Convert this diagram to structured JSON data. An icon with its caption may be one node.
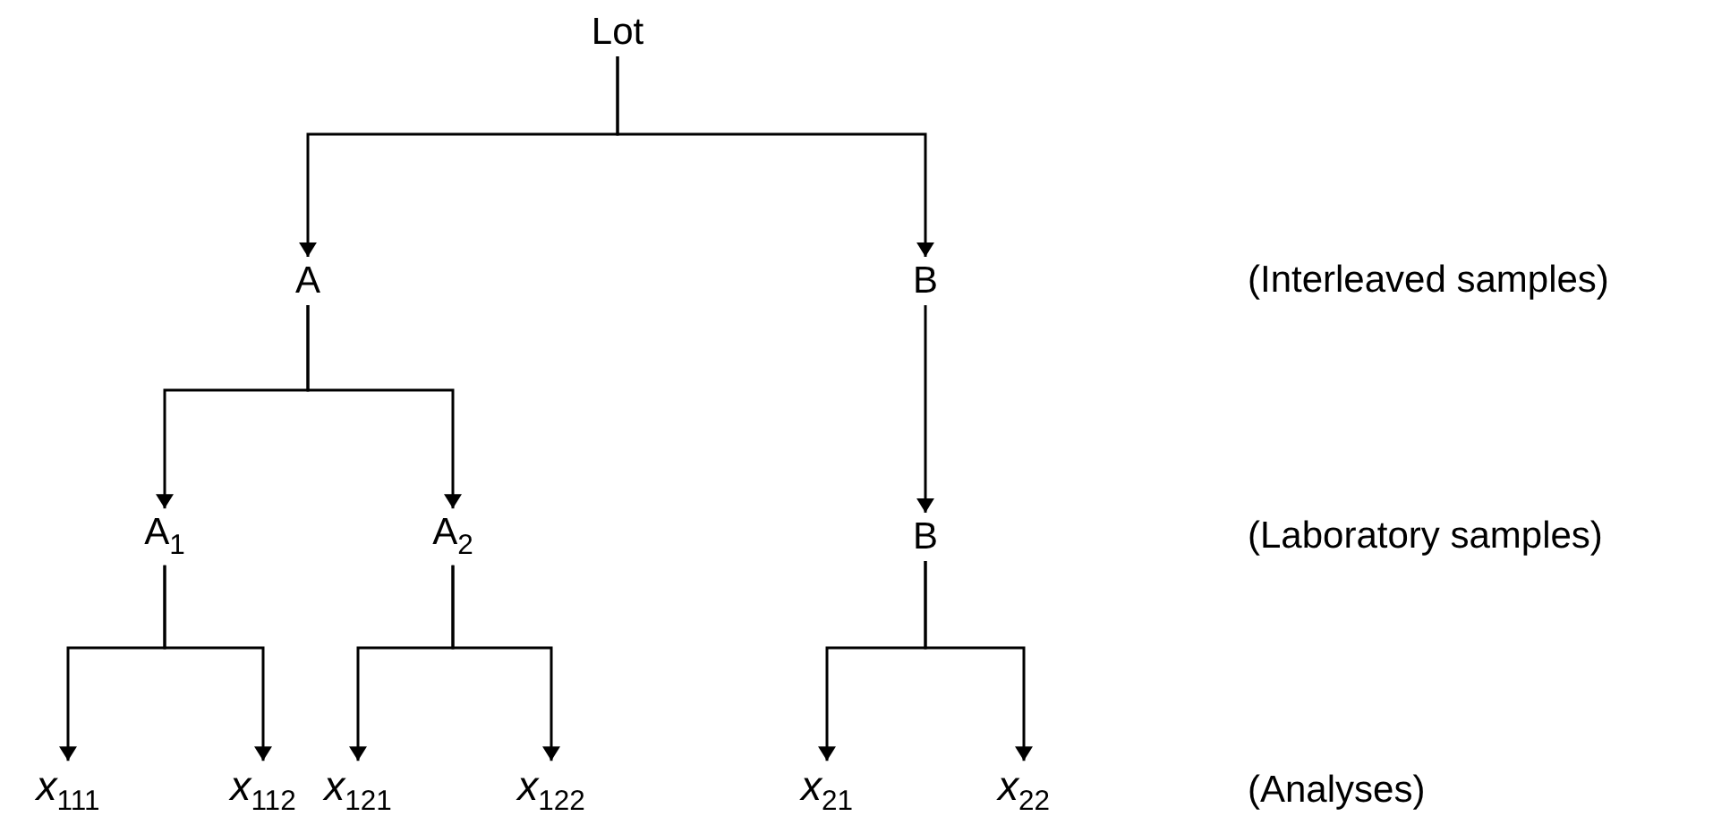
{
  "diagram": {
    "nodes": [
      {
        "text": [
          "Lot"
        ]
      },
      {
        "text": [
          "A"
        ]
      },
      {
        "text": [
          "B"
        ]
      },
      {
        "text": [
          "A$_{1}$"
        ]
      },
      {
        "text": [
          "A$_{2}$"
        ]
      },
      {
        "text": [
          "B"
        ]
      },
      {
        "text": [
          "*x*$_{111}$"
        ]
      },
      {
        "text": [
          "*x*$_{112}$"
        ]
      },
      {
        "text": [
          "*x*$_{121}$"
        ]
      },
      {
        "text": [
          "*x*$_{122}$"
        ]
      },
      {
        "text": [
          "*x*$_{21}$"
        ]
      },
      {
        "text": [
          "*x*$_{22}$"
        ]
      }
    ],
    "edges": [
      {
        "from": 0,
        "to": 1,
        "arrow": "to"
      },
      {
        "from": 0,
        "to": 2,
        "arrow": "to"
      },
      {
        "from": 1,
        "to": 3,
        "arrow": "to"
      },
      {
        "from": 1,
        "to": 4,
        "arrow": "to"
      },
      {
        "from": 2,
        "to": 5,
        "arrow": "to"
      },
      {
        "from": 3,
        "to": 6,
        "arrow": "to"
      },
      {
        "from": 3,
        "to": 7,
        "arrow": "to"
      },
      {
        "from": 4,
        "to": 8,
        "arrow": "to"
      },
      {
        "from": 4,
        "to": 9,
        "arrow": "to"
      },
      {
        "from": 5,
        "to": 10,
        "arrow": "to"
      },
      {
        "from": 5,
        "to": 11,
        "arrow": "to"
      }
    ],
    "labels": [
      "(Interleaved samples)",
      "(Laboratory samples)",
      "(Analyses)"
    ]
  }
}
